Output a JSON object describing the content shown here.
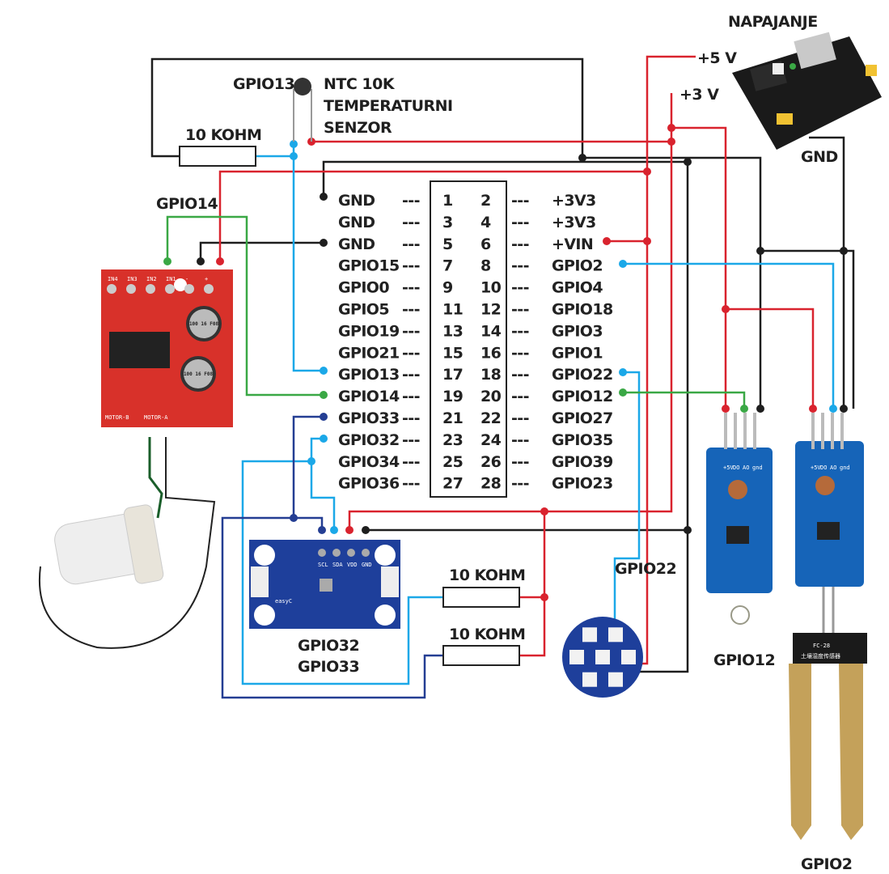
{
  "colors": {
    "black": "#1e1e1e",
    "red": "#d9232e",
    "light_blue": "#1ba8e8",
    "dark_blue": "#243e93",
    "green": "#3aa845"
  },
  "labels": {
    "power_supply": "NAPAJANJE",
    "plus5v": "+5 V",
    "plus3v": "+3 V",
    "gnd": "GND",
    "ntc_pin": "GPIO13",
    "ntc_line1": "NTC 10K",
    "ntc_line2": "TEMPERATURNI",
    "ntc_line3": "SENZOR",
    "ntc_resistor": "10 KOHM",
    "motor_pin": "GPIO14",
    "bme_pin1": "GPIO32",
    "bme_pin2": "GPIO33",
    "resistor_a": "10 KOHM",
    "resistor_b": "10 KOHM",
    "led_pin": "GPIO22",
    "light_sensor_pin": "GPIO12",
    "soil_sensor_pin": "GPIO2"
  },
  "pinout": [
    {
      "left": "GND",
      "l": "1",
      "r": "2",
      "right": "+3V3"
    },
    {
      "left": "GND",
      "l": "3",
      "r": "4",
      "right": "+3V3"
    },
    {
      "left": "GND",
      "l": "5",
      "r": "6",
      "right": "+VIN"
    },
    {
      "left": "GPIO15",
      "l": "7",
      "r": "8",
      "right": "GPIO2"
    },
    {
      "left": "GPIO0",
      "l": "9",
      "r": "10",
      "right": "GPIO4"
    },
    {
      "left": "GPIO5",
      "l": "11",
      "r": "12",
      "right": "GPIO18"
    },
    {
      "left": "GPIO19",
      "l": "13",
      "r": "14",
      "right": "GPIO3"
    },
    {
      "left": "GPIO21",
      "l": "15",
      "r": "16",
      "right": "GPIO1"
    },
    {
      "left": "GPIO13",
      "l": "17",
      "r": "18",
      "right": "GPIO22"
    },
    {
      "left": "GPIO14",
      "l": "19",
      "r": "20",
      "right": "GPIO12"
    },
    {
      "left": "GPIO33",
      "l": "21",
      "r": "22",
      "right": "GPIO27"
    },
    {
      "left": "GPIO32",
      "l": "23",
      "r": "24",
      "right": "GPIO35"
    },
    {
      "left": "GPIO34",
      "l": "25",
      "r": "26",
      "right": "GPIO39"
    },
    {
      "left": "GPIO36",
      "l": "27",
      "r": "28",
      "right": "GPIO23"
    }
  ],
  "separator": "---",
  "boards": {
    "motor_driver_pins": [
      "IN4",
      "IN3",
      "IN2",
      "IN1",
      "-",
      "+"
    ],
    "motor_driver_outputs": [
      "MOTOR-B",
      "MOTOR-A"
    ],
    "cap_label": "100 16 F08",
    "bme_pins": [
      "SCL",
      "SDA",
      "VDD",
      "GND"
    ],
    "bme_brand": "easyC",
    "light_sensor_pins": [
      "+5V",
      "DO",
      "AO",
      "gnd"
    ],
    "soil_module_label": "FC-28",
    "soil_module_text": "土壤湿度传感器"
  }
}
